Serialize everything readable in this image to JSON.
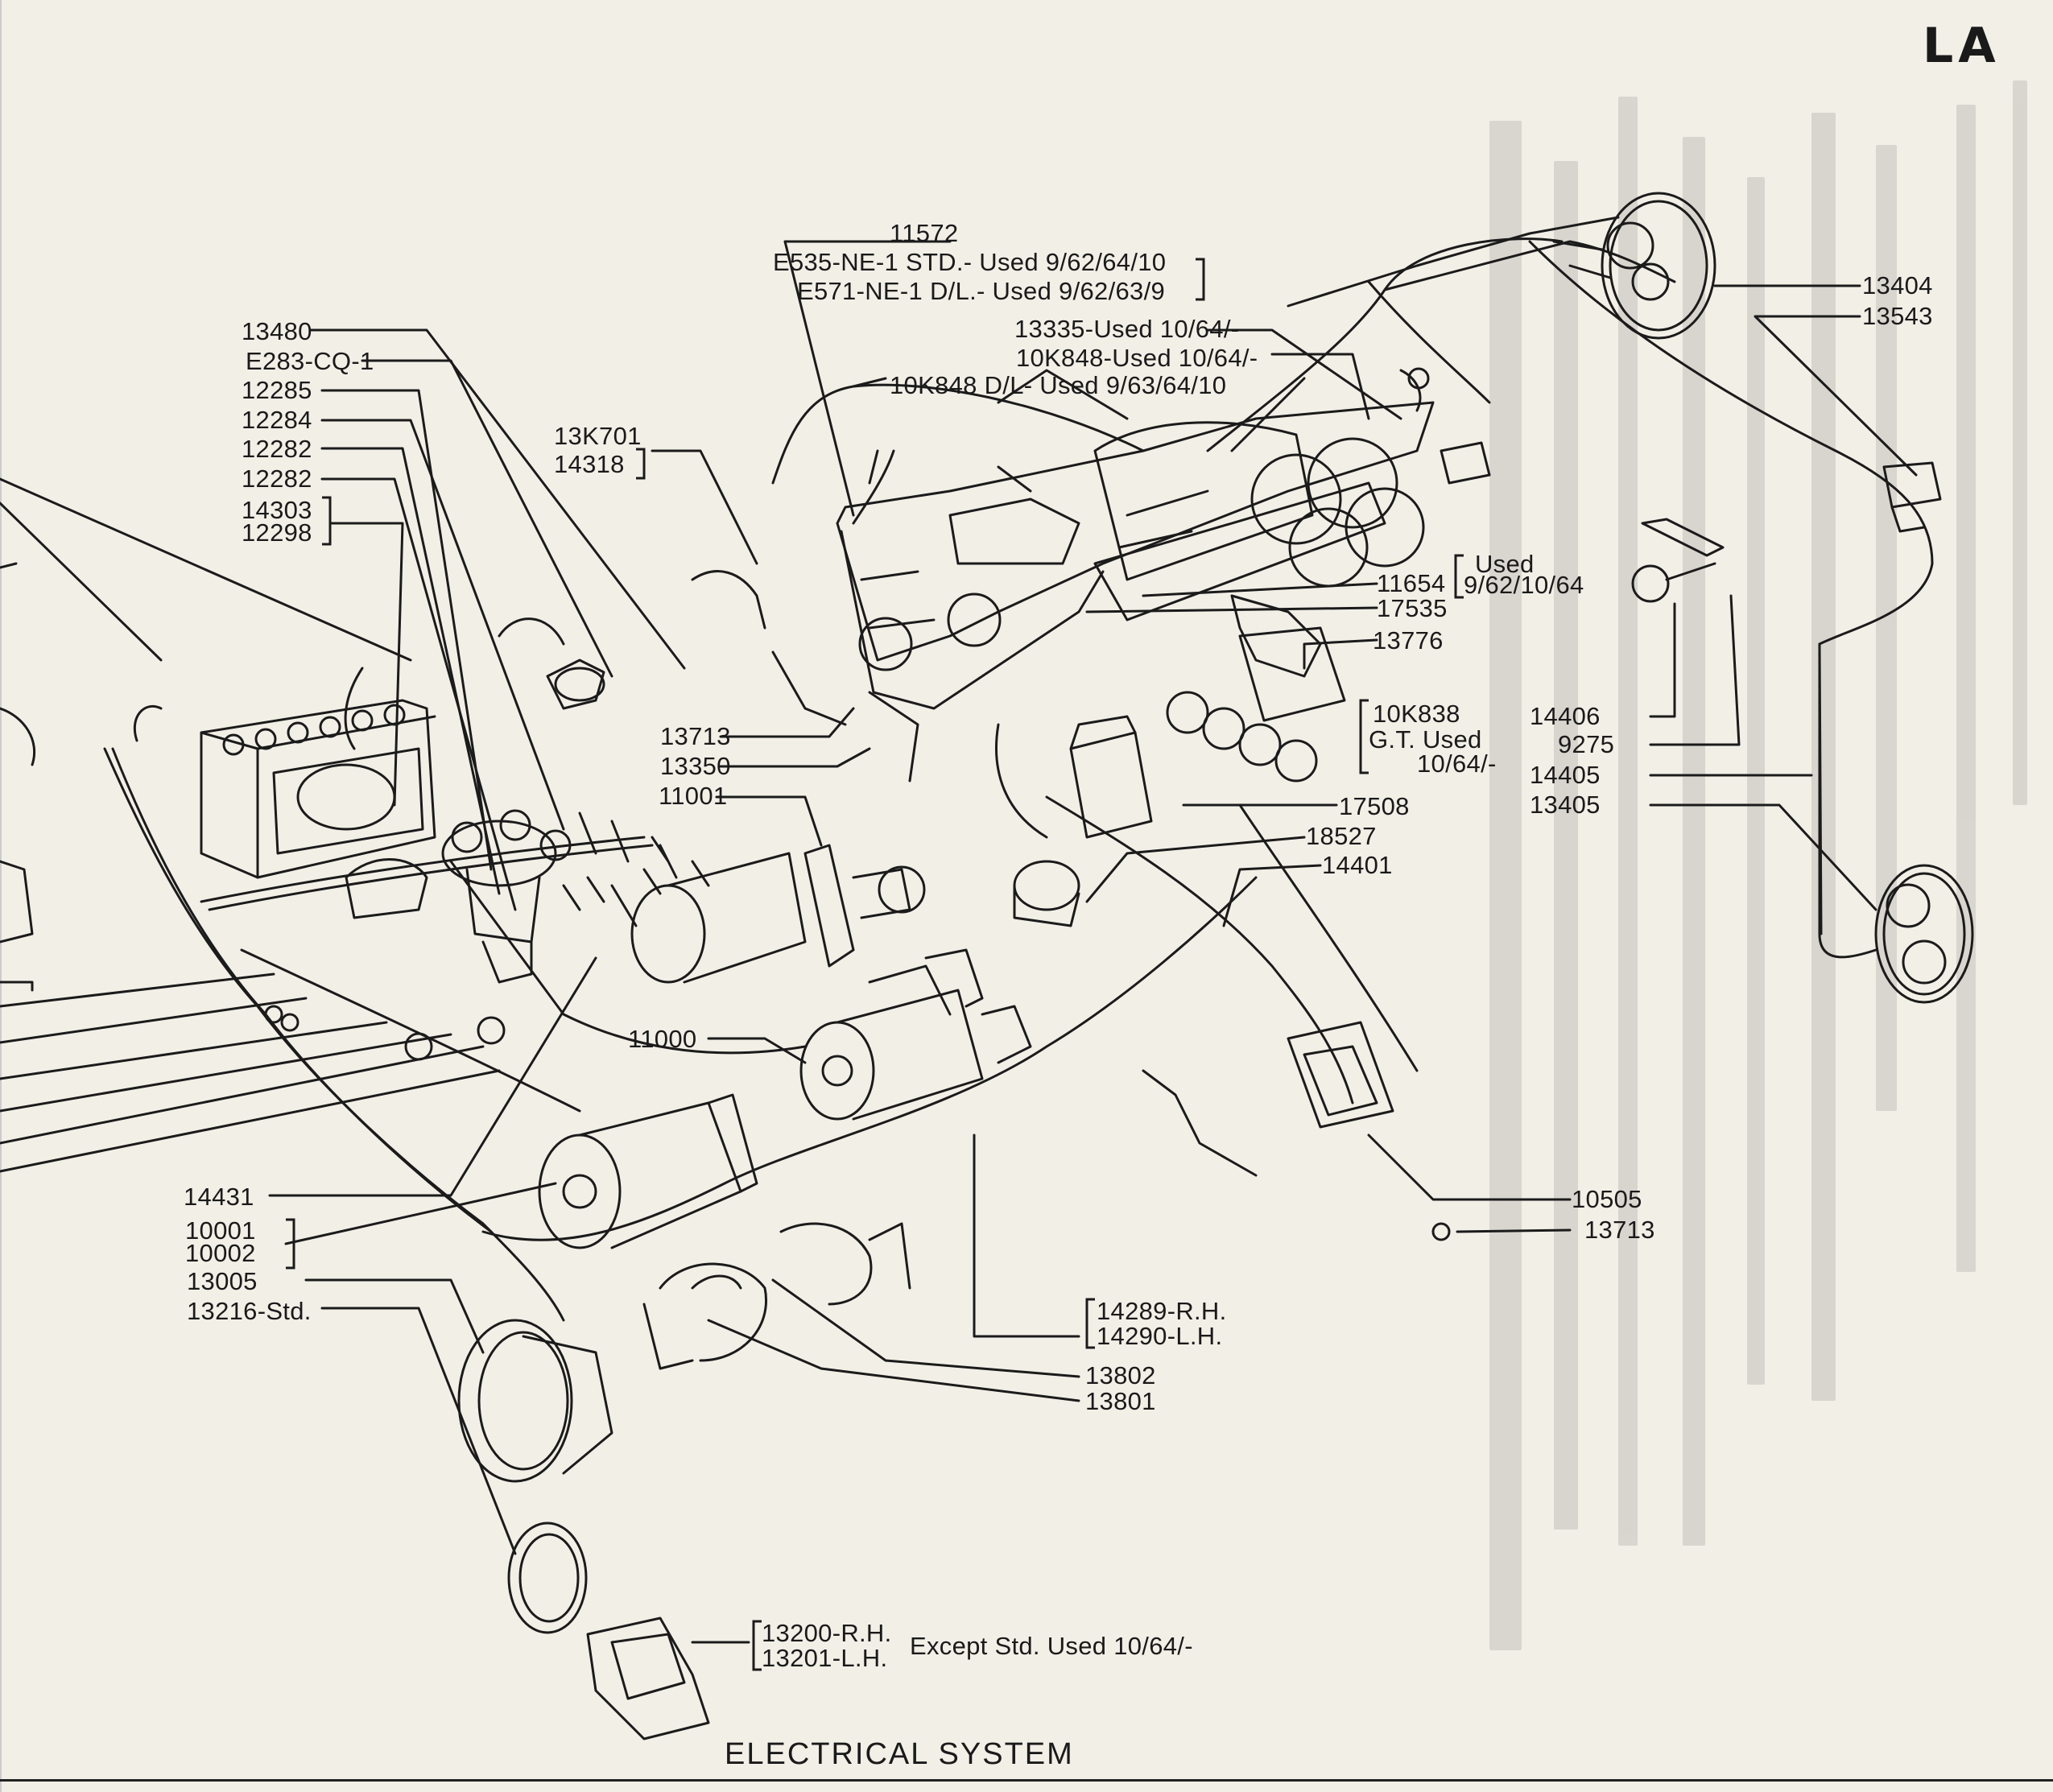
{
  "page_mark": "LA",
  "caption": "ELECTRICAL SYSTEM",
  "callouts": {
    "c11572": "11572",
    "e535": "E535-NE-1 STD.- Used 9/62/64/10",
    "e571": "E571-NE-1 D/L.- Used 9/62/63/9",
    "c13335": "13335-Used 10/64/-",
    "c10k848": "10K848-Used 10/64/-",
    "c10k848dl": "10K848 D/L- Used 9/63/64/10",
    "c13404": "13404",
    "c13543": "13543",
    "c13480": "13480",
    "e283": "E283-CQ-1",
    "c12285": "12285",
    "c12284": "12284",
    "c12282a": "12282",
    "c12282b": "12282",
    "c14303": "14303",
    "c12298": "12298",
    "c13k701": "13K701",
    "c14318": "14318",
    "used_a": "Used",
    "used_b": "9/62/10/64",
    "c11654": "11654",
    "c17535": "17535",
    "c13776": "13776",
    "c14406": "14406",
    "c9275": "9275",
    "c14405": "14405",
    "c13405": "13405",
    "c13713a": "13713",
    "c13350": "13350",
    "c11001": "11001",
    "c10k838": "10K838",
    "gt_used": "G.T. Used",
    "gt_date": "10/64/-",
    "c17508": "17508",
    "c18527": "18527",
    "c14401": "14401",
    "c11000": "11000",
    "c14431": "14431",
    "c10001": "10001",
    "c10002": "10002",
    "c13005": "13005",
    "c13216": "13216-Std.",
    "c10505": "10505",
    "c13713b": "13713",
    "c14289": "14289-R.H.",
    "c14290": "14290-L.H.",
    "c13802": "13802",
    "c13801": "13801",
    "c13200": "13200-R.H.",
    "c13201": "13201-L.H.",
    "except": "Except Std. Used 10/64/-"
  }
}
